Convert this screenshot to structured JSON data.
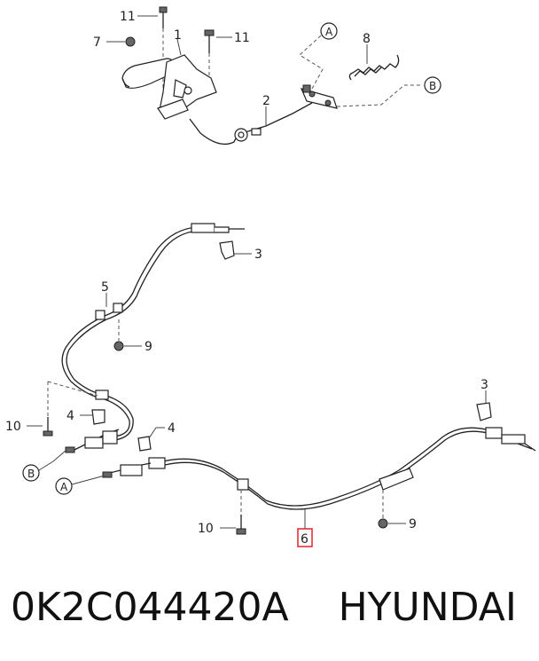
{
  "labels": {
    "top_11a": "11",
    "top_7": "7",
    "top_1": "1",
    "top_11b": "11",
    "top_A": "A",
    "top_8": "8",
    "top_B": "B",
    "top_2": "2",
    "mid_3a": "3",
    "mid_5": "5",
    "mid_9a": "9",
    "mid_10a": "10",
    "mid_4a": "4",
    "mid_4b": "4",
    "mid_B": "B",
    "mid_A": "A",
    "mid_3b": "3",
    "mid_10b": "10",
    "mid_9b": "9",
    "mid_6": "6"
  },
  "caption": {
    "part_number": "0K2C044420A",
    "brand": "HYUNDAI"
  },
  "colors": {
    "highlight_box": "#e0242c"
  }
}
